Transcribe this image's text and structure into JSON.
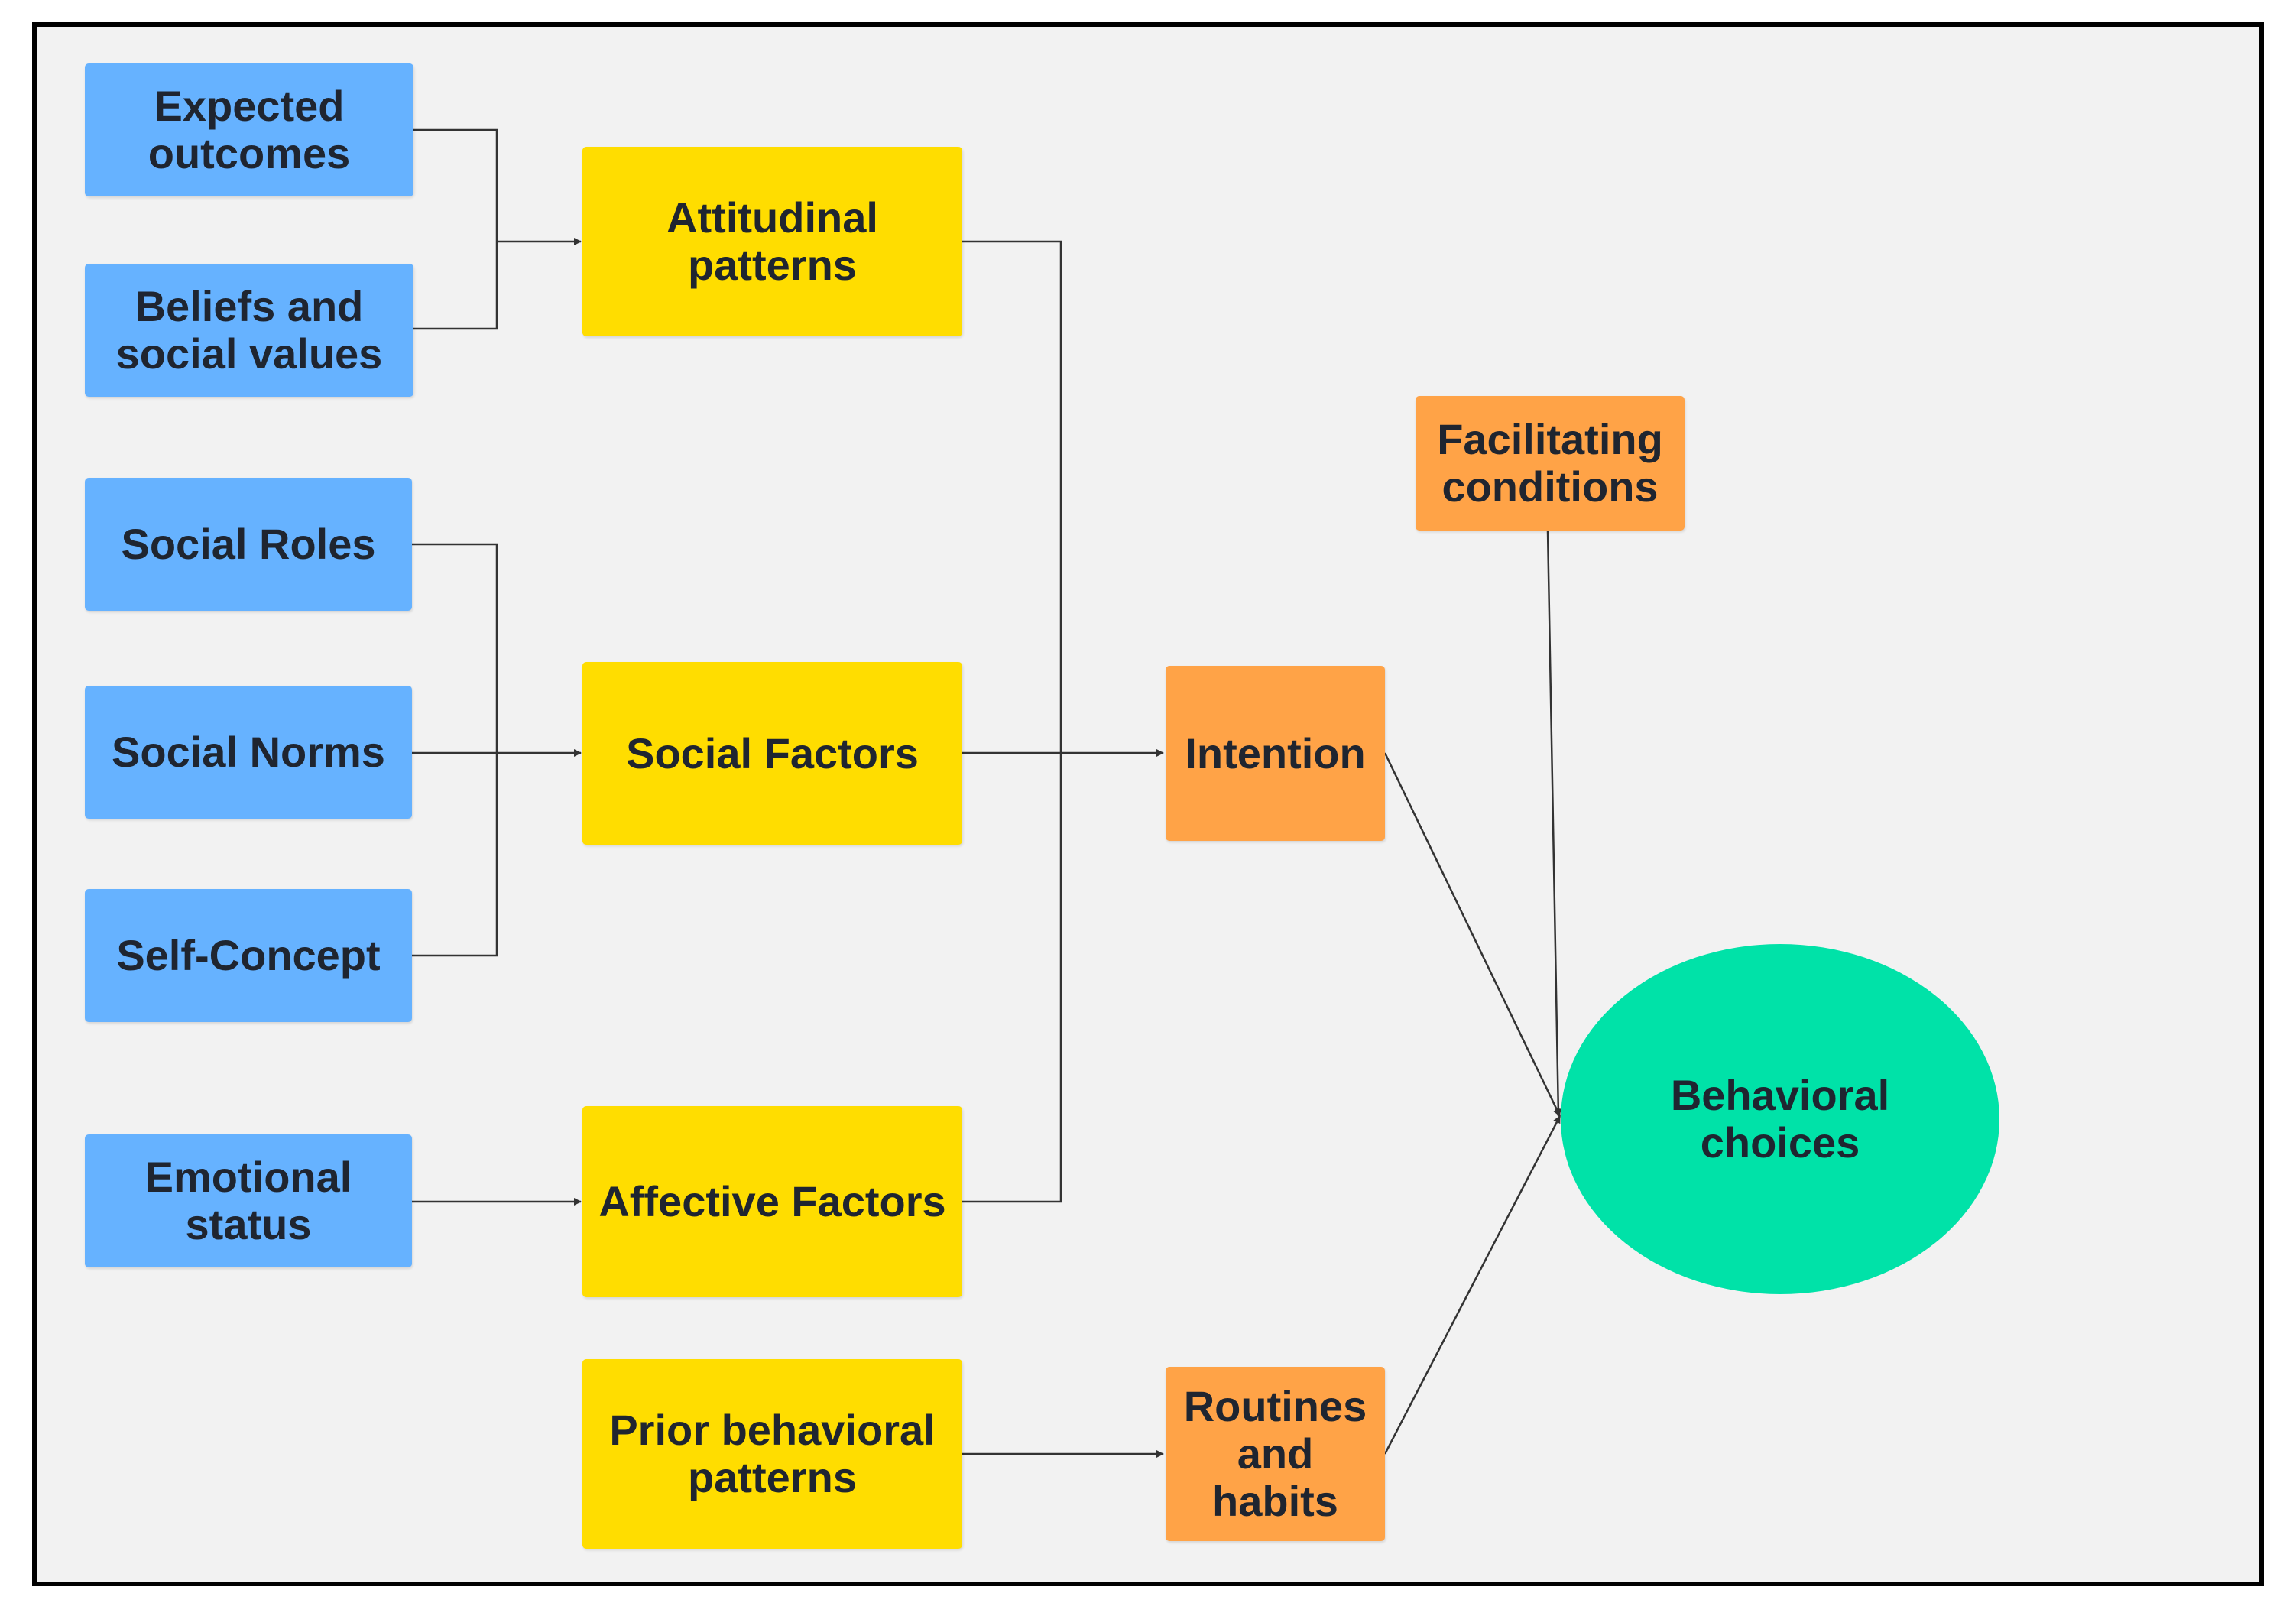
{
  "diagram": {
    "type": "flowchart",
    "nodes": {
      "expected_outcomes": "Expected\noutcomes",
      "beliefs_social_values": "Beliefs and\nsocial values",
      "social_roles": "Social Roles",
      "social_norms": "Social Norms",
      "self_concept": "Self-Concept",
      "emotional_status": "Emotional\nstatus",
      "attitudinal_patterns": "Attitudinal\npatterns",
      "social_factors": "Social Factors",
      "affective_factors": "Affective Factors",
      "prior_behavioral_patterns": "Prior behavioral\npatterns",
      "intention": "Intention",
      "routines_habits": "Routines\nand\nhabits",
      "facilitating_conditions": "Facilitating\nconditions",
      "behavioral_choices": "Behavioral\nchoices"
    },
    "edges": [
      [
        "expected_outcomes",
        "attitudinal_patterns"
      ],
      [
        "beliefs_social_values",
        "attitudinal_patterns"
      ],
      [
        "social_roles",
        "social_factors"
      ],
      [
        "social_norms",
        "social_factors"
      ],
      [
        "self_concept",
        "social_factors"
      ],
      [
        "emotional_status",
        "affective_factors"
      ],
      [
        "attitudinal_patterns",
        "intention"
      ],
      [
        "social_factors",
        "intention"
      ],
      [
        "affective_factors",
        "intention"
      ],
      [
        "prior_behavioral_patterns",
        "routines_habits"
      ],
      [
        "intention",
        "behavioral_choices"
      ],
      [
        "facilitating_conditions",
        "behavioral_choices"
      ],
      [
        "routines_habits",
        "behavioral_choices"
      ]
    ],
    "colors": {
      "input_nodes": "#66b2ff",
      "factor_nodes": "#ffdd00",
      "mediator_nodes": "#ffa347",
      "outcome_node": "#00e2a8",
      "connector": "#333333"
    }
  }
}
